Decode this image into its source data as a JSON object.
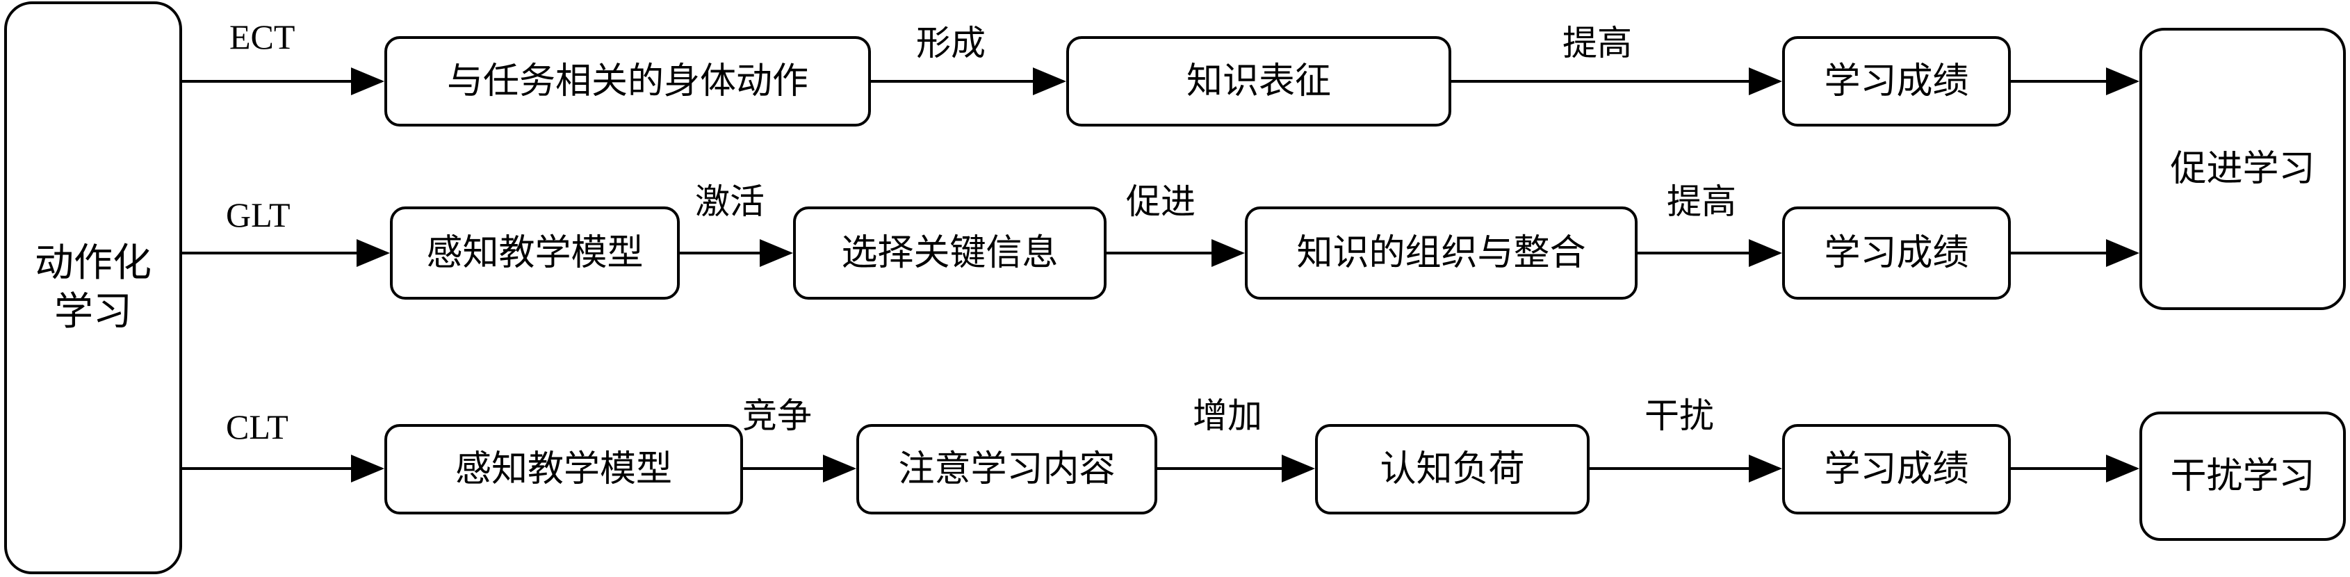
{
  "main": {
    "label": "动作化学习"
  },
  "rows": [
    {
      "theory": "ECT",
      "nodes": [
        "与任务相关的身体动作",
        "知识表征",
        "学习成绩"
      ],
      "edge_labels": [
        "形成",
        "提高"
      ],
      "outcome": "促进学习"
    },
    {
      "theory": "GLT",
      "nodes": [
        "感知教学模型",
        "选择关键信息",
        "知识的组织与整合",
        "学习成绩"
      ],
      "edge_labels": [
        "激活",
        "促进",
        "提高"
      ],
      "outcome": "促进学习"
    },
    {
      "theory": "CLT",
      "nodes": [
        "感知教学模型",
        "注意学习内容",
        "认知负荷",
        "学习成绩"
      ],
      "edge_labels": [
        "竞争",
        "增加",
        "干扰"
      ],
      "outcome": "干扰学习"
    }
  ]
}
